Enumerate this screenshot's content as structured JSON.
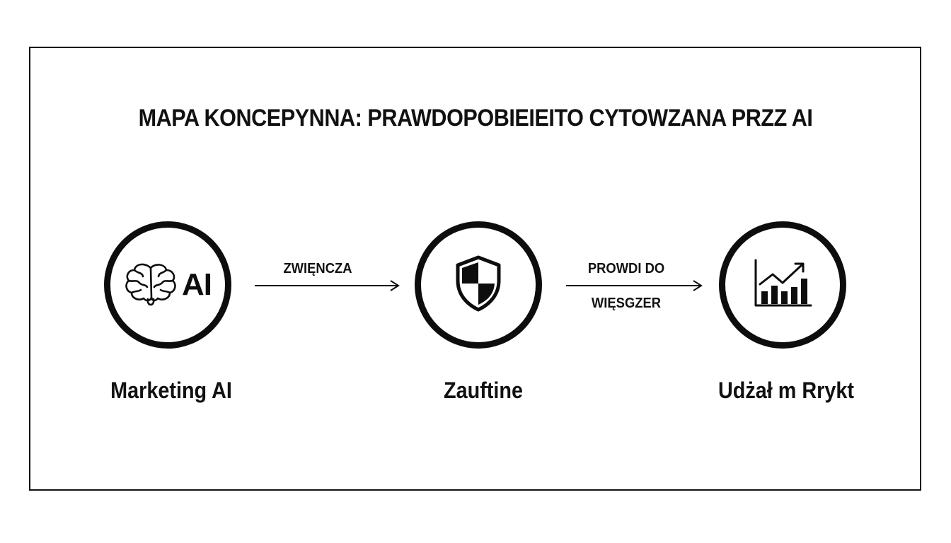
{
  "diagram": {
    "title": "MAPA KONCEPYNNA: PRAWDOPOBIEIEITO CYTOWZANA PRZZ AI",
    "nodes": [
      {
        "label": "Marketing AI",
        "icon": "brain-ai-icon",
        "icon_text": "AI"
      },
      {
        "label": "Zauftine",
        "icon": "shield-icon"
      },
      {
        "label": "Udżał m Rrykt",
        "icon": "bar-chart-growth-icon"
      }
    ],
    "edges": [
      {
        "label_line1": "ZWIĘNCZA",
        "label_line2": ""
      },
      {
        "label_line1": "PROWDI DO",
        "label_line2": "WIĘSGZER"
      }
    ],
    "colors": {
      "stroke": "#0d0d0d",
      "background": "#ffffff"
    }
  }
}
